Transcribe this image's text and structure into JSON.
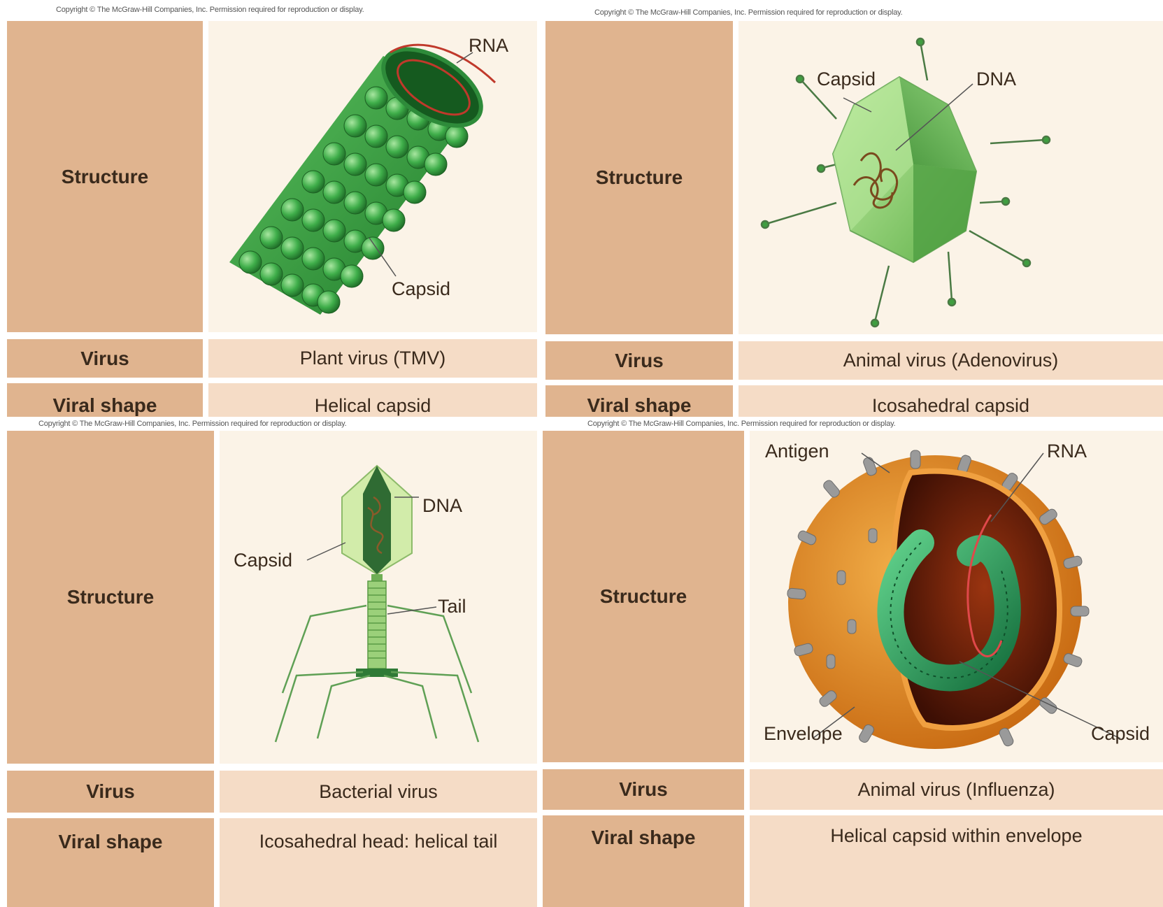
{
  "copyright": "Copyright © The McGraw-Hill Companies, Inc. Permission required for reproduction or display.",
  "panels": [
    {
      "structure_label": "Structure",
      "virus_label": "Virus",
      "shape_label": "Viral shape",
      "virus": "Plant virus (TMV)",
      "shape": "Helical capsid",
      "annotations": {
        "rna": "RNA",
        "capsid": "Capsid"
      }
    },
    {
      "structure_label": "Structure",
      "virus_label": "Virus",
      "shape_label": "Viral shape",
      "virus": "Animal virus (Adenovirus)",
      "shape": "Icosahedral capsid",
      "annotations": {
        "capsid": "Capsid",
        "dna": "DNA"
      }
    },
    {
      "structure_label": "Structure",
      "virus_label": "Virus",
      "shape_label": "Viral shape",
      "virus": "Bacterial virus",
      "shape": "Icosahedral head: helical tail",
      "annotations": {
        "dna": "DNA",
        "capsid": "Capsid",
        "tail": "Tail"
      }
    },
    {
      "structure_label": "Structure",
      "virus_label": "Virus",
      "shape_label": "Viral shape",
      "virus": "Animal virus (Influenza)",
      "shape": "Helical capsid within envelope",
      "annotations": {
        "antigen": "Antigen",
        "rna": "RNA",
        "envelope": "Envelope",
        "capsid": "Capsid"
      }
    }
  ],
  "colors": {
    "label_cell": "#e0b48f",
    "image_cell": "#fbf3e7",
    "row_cell": "#f5dcc6",
    "capsid_green": "#4caf50",
    "envelope_orange": "#e8962e",
    "rna_red": "#c0392b"
  }
}
